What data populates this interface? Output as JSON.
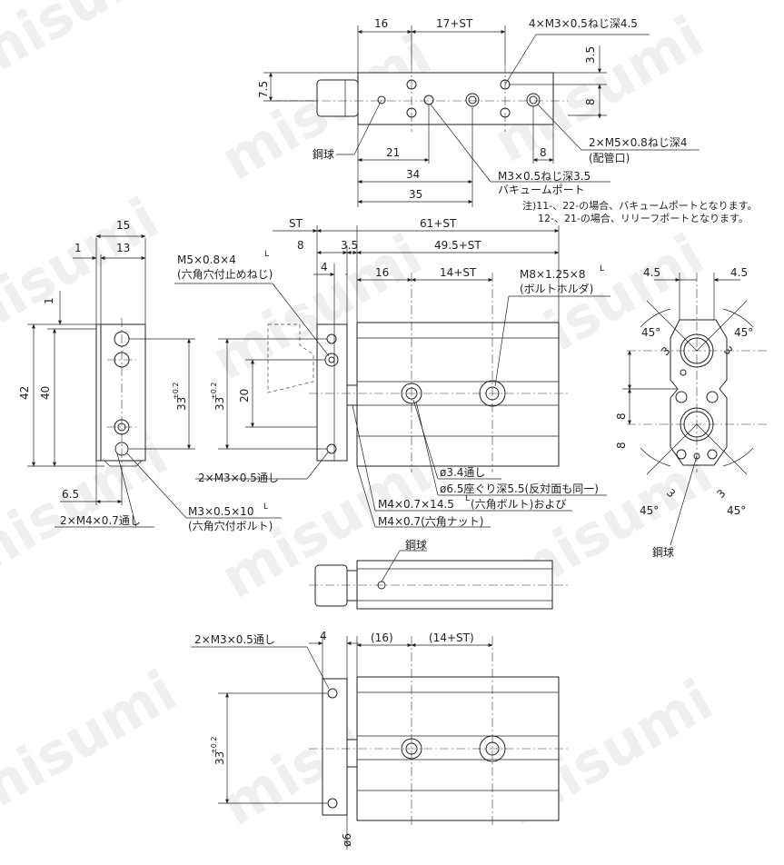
{
  "watermark": "misumi",
  "top_view": {
    "dims": {
      "d16": "16",
      "d17st": "17+ST",
      "d7_5": "7.5",
      "d3_5": "3.5",
      "d8": "8",
      "d21": "21",
      "d34": "34",
      "d35": "35",
      "d8b": "8"
    },
    "labels": {
      "thread_top": "4×M3×0.5ねじ深4.5",
      "steel_ball": "鋼球",
      "m5_port": "2×M5×0.8ねじ深4",
      "m5_port_sub": "(配管口)",
      "vac_port": "M3×0.5ねじ深3.5",
      "vac_port_sub": "バキュームポート",
      "note1": "注)11-、22-の場合、バキュームポートとなります。",
      "note2": "12-、21-の場合、リリーフポートとなります。"
    }
  },
  "left_view": {
    "dims": {
      "d15": "15",
      "d1": "1",
      "d13": "13",
      "d1v": "1",
      "d42": "42",
      "d40": "40",
      "d33": "33",
      "d33_tol": "±0.2",
      "d6_5": "6.5"
    },
    "labels": {
      "m3_through": "2×M3×0.5通し",
      "m3_bolt": "M3×0.5×10",
      "m3_bolt_sup": "L",
      "m3_bolt_sub": "(六角穴付ボルト)",
      "m4_through": "2×M4×0.7通し"
    }
  },
  "front_view": {
    "dims": {
      "st": "ST",
      "d61st": "61+ST",
      "d8": "8",
      "d3_5": "3.5",
      "d49_5st": "49.5+ST",
      "d4": "4",
      "d16": "16",
      "d14st": "14+ST",
      "d33": "33",
      "d33_tol": "±0.2",
      "d20": "20"
    },
    "labels": {
      "m5_set": "M5×0.8×4",
      "m5_set_sup": "L",
      "m5_set_sub": "(六角穴付止めねじ)",
      "m8": "M8×1.25×8",
      "m8_sup": "L",
      "m8_sub": "(ボルトホルダ)",
      "hole_3_4": "ø3.4通し",
      "cbore": "ø6.5座ぐり深5.5(反対面も同一)",
      "m4_bolt": "M4×0.7×14.5",
      "m4_bolt_sup": "L",
      "m4_bolt_rest": "(六角ボルト)および",
      "m4_nut": "M4×0.7(六角ナット)"
    }
  },
  "right_view": {
    "dims": {
      "d4_5a": "4.5",
      "d4_5b": "4.5",
      "a45_1": "45°",
      "a45_2": "45°",
      "a45_3": "45°",
      "a45_4": "45°",
      "d3_1": "3",
      "d3_2": "3",
      "d3_3": "3",
      "d3_4": "3",
      "d8a": "8",
      "d8b": "8"
    },
    "labels": {
      "steel_ball": "鋼球"
    }
  },
  "mid_view": {
    "labels": {
      "steel_ball": "鋼球"
    }
  },
  "bottom_view": {
    "dims": {
      "d4": "4",
      "d16p": "(16)",
      "d14stp": "(14+ST)",
      "d33": "33",
      "d33_tol": "±0.2",
      "d6": "ø6"
    },
    "labels": {
      "m3_through": "2×M3×0.5通し"
    }
  }
}
